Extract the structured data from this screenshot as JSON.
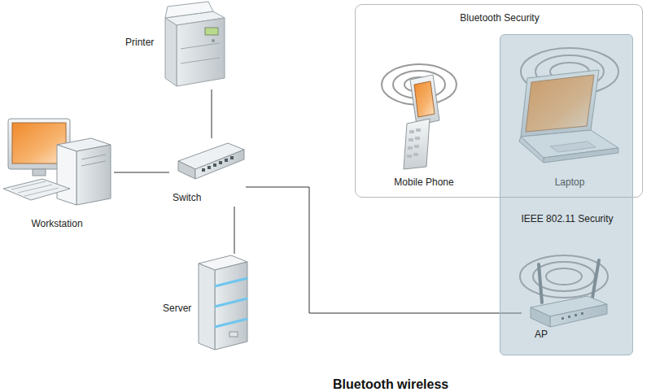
{
  "diagram": {
    "caption": "Bluetooth wireless",
    "nodes": [
      {
        "text": [
          "Printer"
        ]
      },
      {
        "text": [
          "Workstation"
        ]
      },
      {
        "text": [
          "Switch"
        ]
      },
      {
        "text": [
          "Server"
        ]
      },
      {
        "text": [
          "Bluetooth Security"
        ]
      },
      {
        "text": [
          "Mobile Phone"
        ],
        "in": 4
      },
      {
        "text": [
          "Laptop"
        ],
        "in": 4
      },
      {
        "text": [
          "IEEE 802.11 Security"
        ]
      },
      {
        "text": [
          "AP"
        ],
        "in": 7
      }
    ],
    "edges": [
      {
        "from": 2,
        "to": 0,
        "arrow": "none"
      },
      {
        "from": 2,
        "to": 1,
        "arrow": "none"
      },
      {
        "from": 2,
        "to": 3,
        "arrow": "none"
      },
      {
        "from": 2,
        "to": 8,
        "arrow": "none"
      }
    ]
  }
}
